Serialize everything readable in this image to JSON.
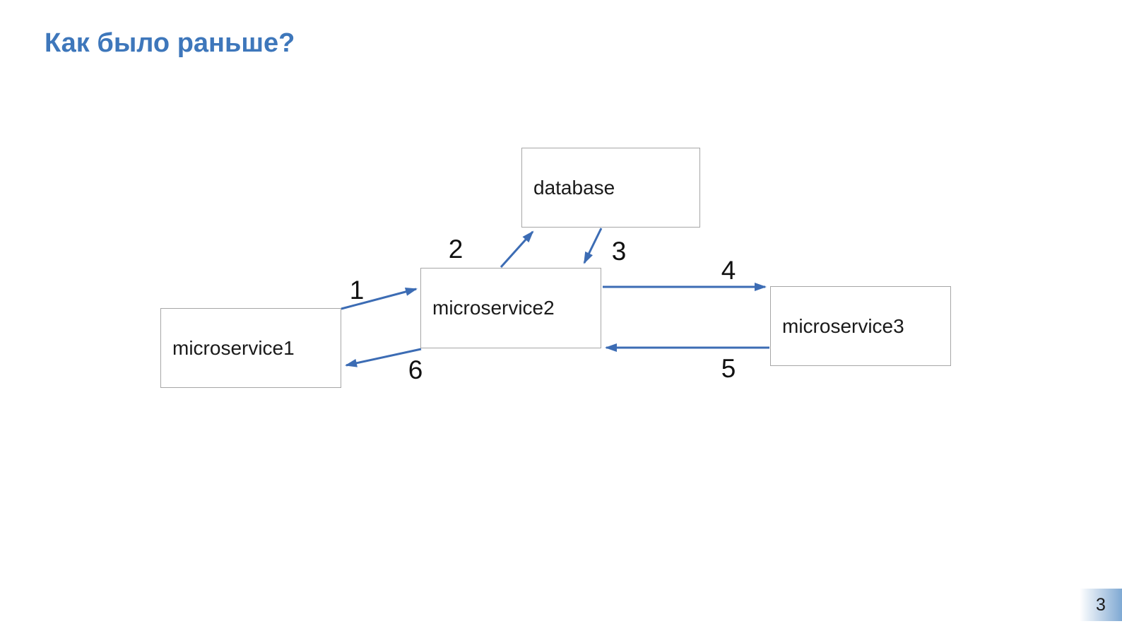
{
  "slide": {
    "title": "Как было раньше?",
    "page_number": "3"
  },
  "diagram": {
    "nodes": [
      {
        "id": "database",
        "label": "database"
      },
      {
        "id": "microservice1",
        "label": "microservice1"
      },
      {
        "id": "microservice2",
        "label": "microservice2"
      },
      {
        "id": "microservice3",
        "label": "microservice3"
      }
    ],
    "edges": [
      {
        "label": "1",
        "from": "microservice1",
        "to": "microservice2"
      },
      {
        "label": "2",
        "from": "microservice2",
        "to": "database"
      },
      {
        "label": "3",
        "from": "database",
        "to": "microservice2"
      },
      {
        "label": "4",
        "from": "microservice2",
        "to": "microservice3"
      },
      {
        "label": "5",
        "from": "microservice3",
        "to": "microservice2"
      },
      {
        "label": "6",
        "from": "microservice2",
        "to": "microservice1"
      }
    ],
    "colors": {
      "title": "#3E77BB",
      "arrow": "#3C6CB4",
      "node_border": "#A6A6A6",
      "node_text": "#1A1A1A",
      "page_badge_start": "#FFFFFF",
      "page_badge_end": "#7FA9D3"
    }
  }
}
